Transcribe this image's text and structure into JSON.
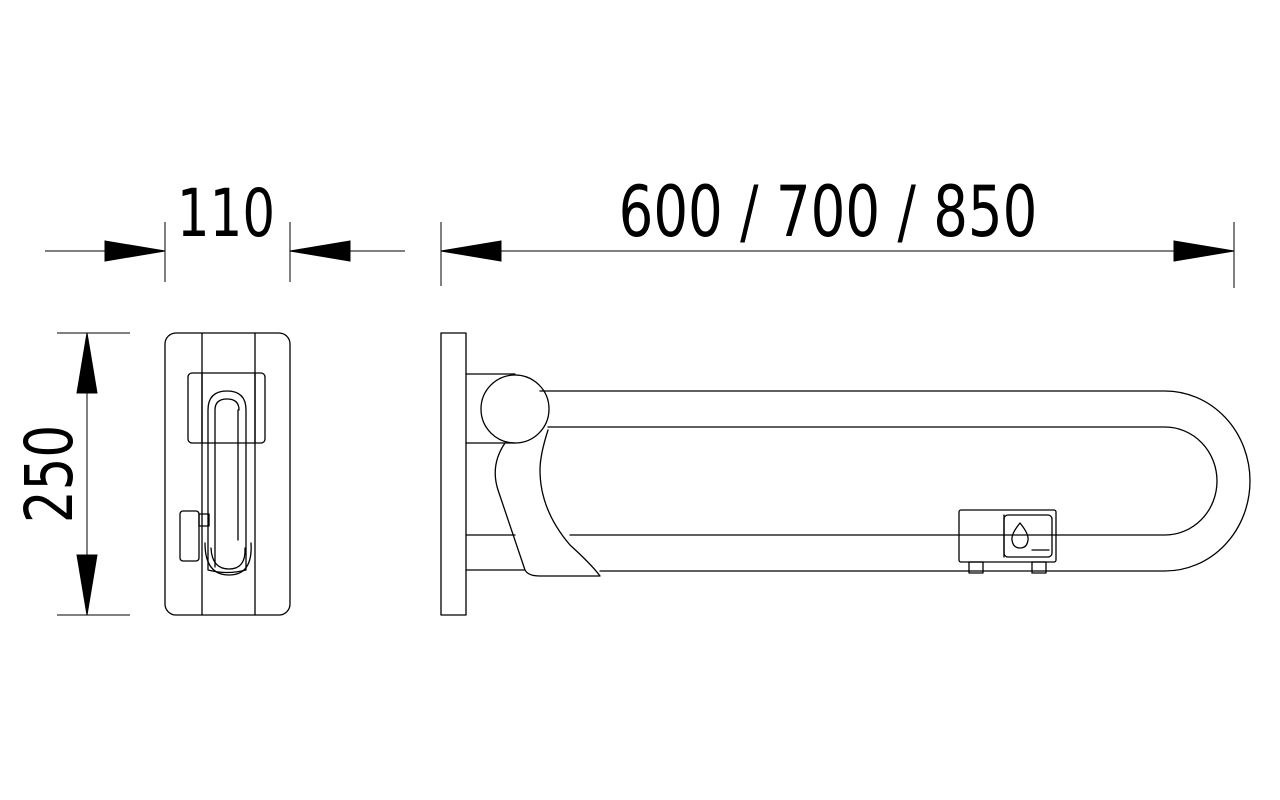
{
  "drawing": {
    "dimensions": {
      "depth": "110",
      "length": "600 / 700 / 850",
      "height": "250"
    },
    "views": [
      "side-view",
      "front-view"
    ],
    "icons": {
      "soap_dispenser": "water-drop-icon"
    },
    "colors": {
      "line": "#000000",
      "background": "#ffffff"
    }
  }
}
